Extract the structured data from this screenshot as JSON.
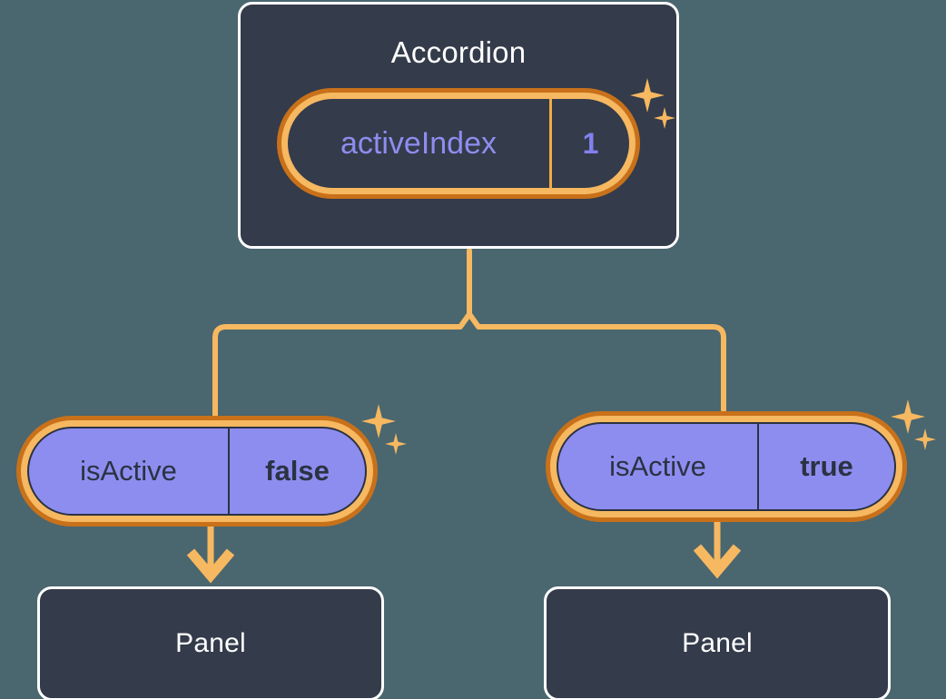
{
  "diagram": {
    "title_node": {
      "label": "Accordion",
      "state": {
        "key": "activeIndex",
        "value": "1"
      }
    },
    "branches": [
      {
        "side": "left",
        "state": {
          "key": "isActive",
          "value": "false"
        },
        "child": {
          "label": "Panel"
        }
      },
      {
        "side": "right",
        "state": {
          "key": "isActive",
          "value": "true"
        },
        "child": {
          "label": "Panel"
        }
      }
    ],
    "decorations": {
      "sparkle_large": "sparkle-icon",
      "sparkle_small": "sparkle-icon"
    }
  },
  "colors": {
    "background": "#4a666f",
    "node_fill": "#343b4a",
    "node_border": "#ffffff",
    "pill_ring_outer": "#c8711a",
    "pill_ring_inner": "#f6b860",
    "pill_purple_fill": "#8d8df0",
    "connector": "#f6b860",
    "accent_text_purple": "#8d8df0",
    "text_dark": "#2b3242",
    "text_light": "#ffffff"
  }
}
